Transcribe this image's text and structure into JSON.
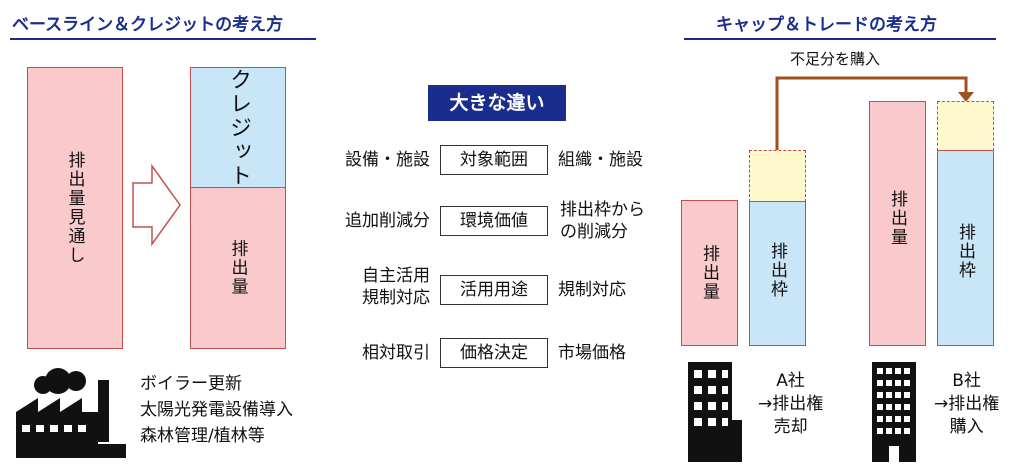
{
  "left_title": "ベースライン＆クレジットの考え方",
  "right_title": "キャップ＆トレードの考え方",
  "baseline": {
    "projection_label": "排出量見通し",
    "credit_label": "クレジット",
    "emission_label": "排出量",
    "examples": [
      "ボイラー更新",
      "太陽光発電設備導入",
      "森林管理/植林等"
    ]
  },
  "differences": {
    "heading": "大きな違い",
    "rows": [
      {
        "left": "設備・施設",
        "center": "対象範囲",
        "right": "組織・施設"
      },
      {
        "left": "追加削減分",
        "center": "環境価値",
        "right": "排出枠から\nの削減分"
      },
      {
        "left": "自主活用\n規制対応",
        "center": "活用用途",
        "right": "規制対応"
      },
      {
        "left": "相対取引",
        "center": "価格決定",
        "right": "市場価格"
      }
    ]
  },
  "cap_trade": {
    "arrow_label": "不足分を購入",
    "a_emission": "排出量",
    "a_cap": "排出枠",
    "b_emission": "排出量",
    "b_cap": "排出枠",
    "company_a": "A社\n→排出権\n売却",
    "company_b": "B社\n→排出権\n購入"
  },
  "colors": {
    "accent": "#1a2d8c",
    "pink": "#f9c9cc",
    "blue": "#c9e6f8",
    "yellow": "#fff8cc",
    "border": "#c0504d",
    "arrow": "#a0521e"
  }
}
